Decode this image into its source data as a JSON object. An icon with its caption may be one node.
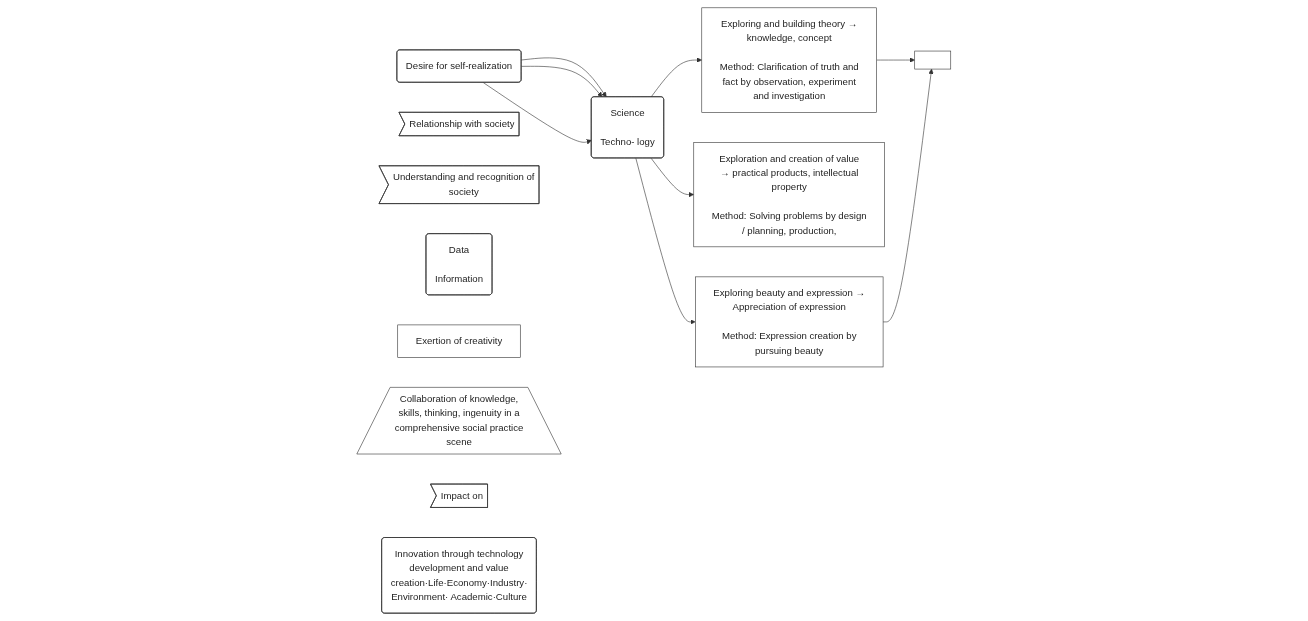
{
  "diagram": {
    "nodes": [
      {
        "text": [
          "Desire for self-realization"
        ]
      },
      {
        "text": [
          "Relationship with society"
        ]
      },
      {
        "text": [
          "Science",
          "Techno- logy"
        ]
      },
      {
        "text": [
          "Exploring and building theory → knowledge, concept",
          "Method: Clarification of truth and fact by observation, experiment and investigation"
        ]
      },
      {
        "text": [
          "Exploration and creation of value → practical products, intellectual property",
          "Method: Solving problems by design / planning, production,"
        ]
      },
      {
        "text": [
          "Exploring beauty and expression → Appreciation of expression",
          "Method: Expression creation by pursuing beauty"
        ]
      },
      {
        "text": [
          "Understanding and recognition of society"
        ]
      },
      {
        "text": [
          "Data",
          "Information"
        ]
      },
      {
        "text": [],
        "shape": "box"
      },
      {
        "text": [
          "Exertion of creativity"
        ]
      },
      {
        "text": [
          "Collaboration of knowledge, skills, thinking, ingenuity in a comprehensive social practice scene"
        ]
      },
      {
        "text": [
          "Impact on"
        ]
      },
      {
        "text": [
          "Innovation through technology development and value creation·Life·Economy·Industry· Environment· Academic·Culture"
        ]
      }
    ],
    "edges": [
      {
        "from": 0,
        "to": 2,
        "arrow": "to"
      },
      {
        "from": 0,
        "to": 2,
        "arrow": "to"
      },
      {
        "from": 0,
        "to": 2,
        "arrow": "to"
      },
      {
        "from": 2,
        "to": 3,
        "arrow": "to"
      },
      {
        "from": 2,
        "to": 4,
        "arrow": "to"
      },
      {
        "from": 2,
        "to": 5,
        "arrow": "to"
      },
      {
        "from": 3,
        "to": 8,
        "arrow": "to"
      },
      {
        "from": 5,
        "to": 8,
        "arrow": "to"
      }
    ]
  }
}
